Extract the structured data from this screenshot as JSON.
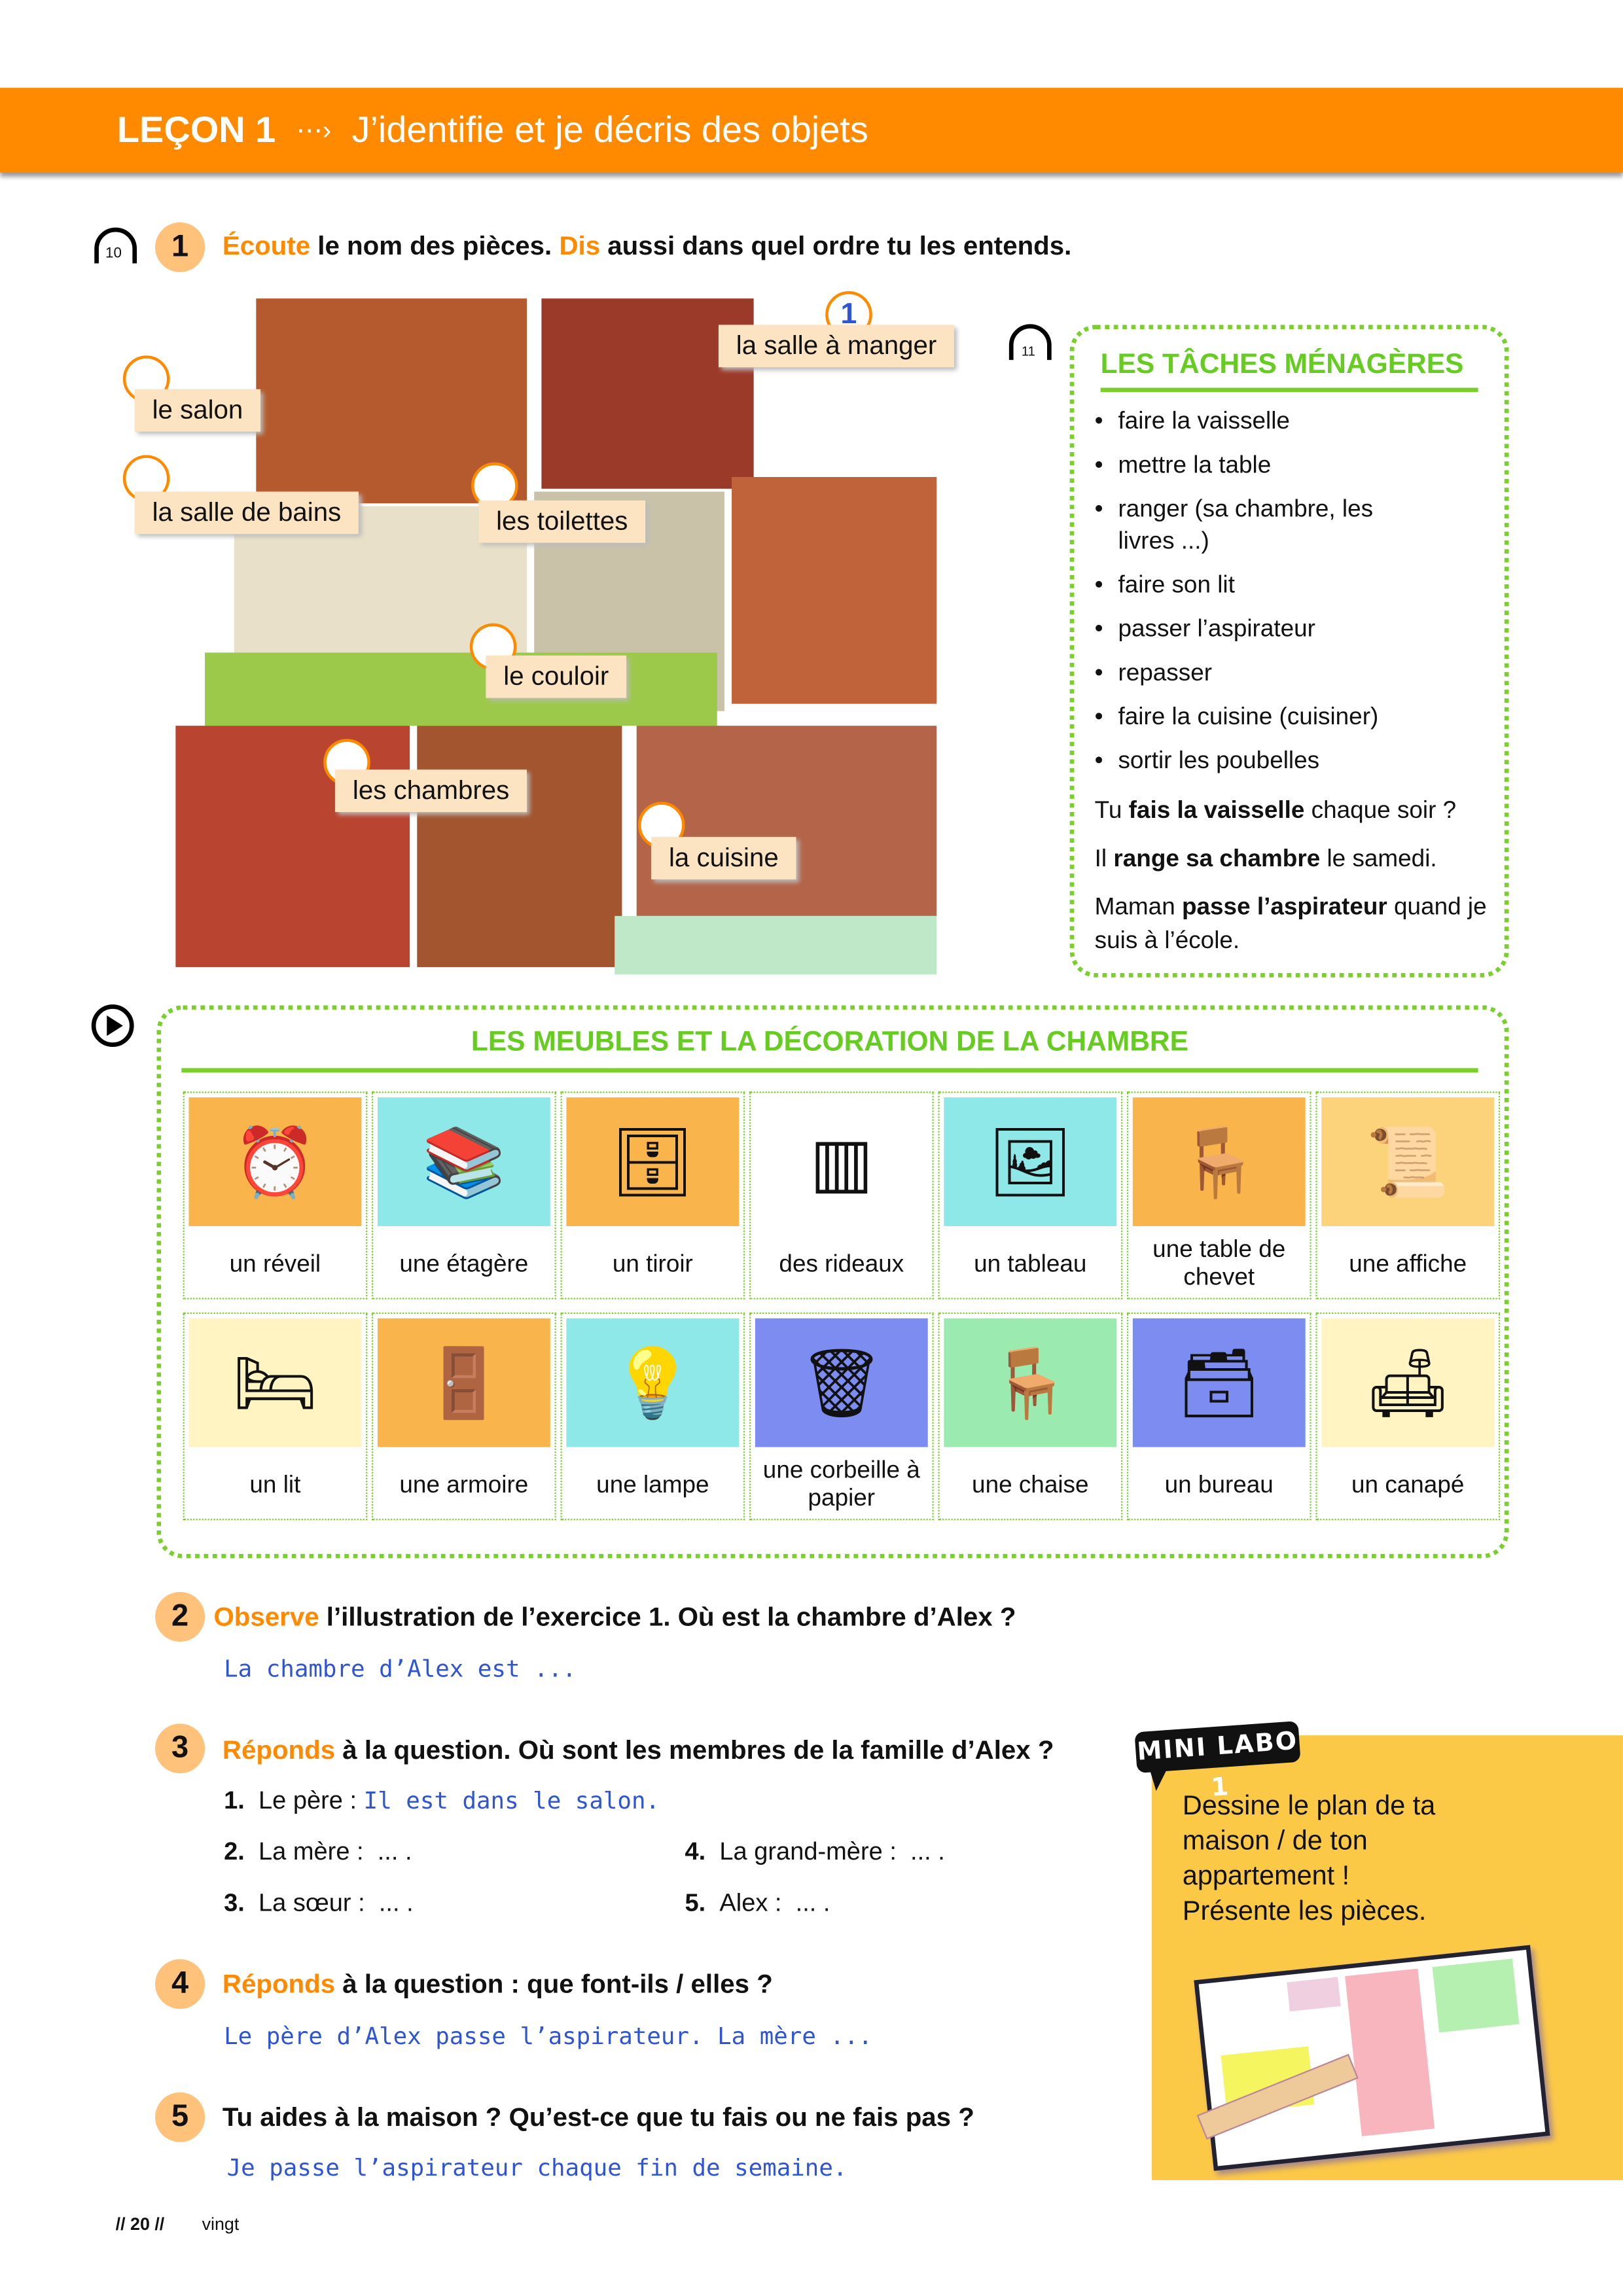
{
  "banner": {
    "lesson": "LEÇON 1",
    "arrow": "⋯›",
    "title": "J’identifie et je décris des objets"
  },
  "ex1": {
    "track": "10",
    "num": "1",
    "verb1": "Écoute",
    "t1": " le nom des pièces. ",
    "verb2": "Dis",
    "t2": " aussi dans quel ordre tu les entends.",
    "rooms": [
      {
        "label": "la salle à manger",
        "answer": "1"
      },
      {
        "label": "le salon",
        "answer": ""
      },
      {
        "label": "la salle de bains",
        "answer": ""
      },
      {
        "label": "les toilettes",
        "answer": ""
      },
      {
        "label": "le couloir",
        "answer": ""
      },
      {
        "label": "les chambres",
        "answer": ""
      },
      {
        "label": "la cuisine",
        "answer": ""
      }
    ]
  },
  "chores": {
    "track": "11",
    "title": "LES TÂCHES MÉNAGÈRES",
    "items": [
      "faire la vaisselle",
      "mettre la table",
      "ranger (sa chambre, les livres ...)",
      "faire son lit",
      "passer l’aspirateur",
      "repasser",
      "faire la cuisine (cuisiner)",
      "sortir les poubelles"
    ],
    "examples": [
      [
        "Tu ",
        "fais la vaisselle",
        " chaque soir ?"
      ],
      [
        "Il ",
        "range sa chambre",
        " le samedi."
      ],
      [
        "Maman ",
        "passe l’aspirateur",
        " quand je suis à l’école."
      ]
    ]
  },
  "furniture": {
    "title": "LES MEUBLES ET LA DÉCORATION DE LA CHAMBRE",
    "items": [
      {
        "label": "un réveil",
        "icon": "⏰",
        "bg": "#F9B54B"
      },
      {
        "label": "une étagère",
        "icon": "📚",
        "bg": "#8FE8E8"
      },
      {
        "label": "un tiroir",
        "icon": "🗄",
        "bg": "#F9B54B"
      },
      {
        "label": "des rideaux",
        "icon": "▥",
        "bg": "#FFFFFF"
      },
      {
        "label": "un tableau",
        "icon": "🖼",
        "bg": "#8FE8E8"
      },
      {
        "label": "une table de chevet",
        "icon": "🪑",
        "bg": "#F9B54B"
      },
      {
        "label": "une affiche",
        "icon": "📜",
        "bg": "#FCD27A"
      },
      {
        "label": "un lit",
        "icon": "🛏",
        "bg": "#FFF4C2"
      },
      {
        "label": "une armoire",
        "icon": "🚪",
        "bg": "#F9B54B"
      },
      {
        "label": "une lampe",
        "icon": "💡",
        "bg": "#8FE8E8"
      },
      {
        "label": "une corbeille à papier",
        "icon": "🗑",
        "bg": "#7C8CF0"
      },
      {
        "label": "une chaise",
        "icon": "🪑",
        "bg": "#9BEBB0"
      },
      {
        "label": "un bureau",
        "icon": "🗃",
        "bg": "#7C8CF0"
      },
      {
        "label": "un canapé",
        "icon": "🛋",
        "bg": "#FFF4C2"
      }
    ]
  },
  "ex2": {
    "num": "2",
    "verb": "Observe",
    "text": " l’illustration de l’exercice 1. Où est la chambre d’Alex ?",
    "answer": "La chambre d’Alex est ..."
  },
  "ex3": {
    "num": "3",
    "verb": "Réponds",
    "text": " à la question. Où sont les membres de la famille d’Alex ?",
    "items": [
      {
        "n": "1.",
        "label": "Le père :",
        "answer": "Il est dans le salon."
      },
      {
        "n": "2.",
        "label": "La mère :",
        "answer": "... ."
      },
      {
        "n": "3.",
        "label": "La sœur :",
        "answer": "... ."
      },
      {
        "n": "4.",
        "label": "La grand-mère :",
        "answer": "... ."
      },
      {
        "n": "5.",
        "label": "Alex :",
        "answer": "... ."
      }
    ]
  },
  "ex4": {
    "num": "4",
    "verb": "Réponds",
    "text": " à la question : que font-ils / elles ?",
    "answer": "Le père d’Alex passe l’aspirateur. La mère ..."
  },
  "ex5": {
    "num": "5",
    "text": "Tu aides à la maison ? Qu’est-ce que tu fais ou ne fais pas ?",
    "answer": "Je passe l’aspirateur chaque fin de semaine."
  },
  "minilabo": {
    "tag": "MINI LABO 1",
    "text": "Dessine le plan de ta maison / de ton appartement ! Présente les pièces."
  },
  "footer": {
    "page": "// 20 //",
    "word": "vingt"
  }
}
